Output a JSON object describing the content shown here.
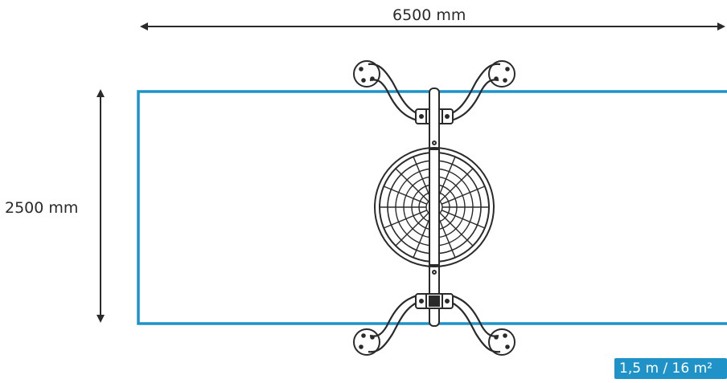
{
  "dimensions": {
    "width_label": "6500 mm",
    "height_label": "2500 mm"
  },
  "badge": {
    "text": "1,5 m / 16 m²"
  },
  "colors": {
    "safety_zone": "#1f93c8",
    "drawing": "#2a2a2a",
    "badge_bg": "#1f93c8",
    "badge_text": "#ffffff"
  },
  "icons": {
    "equipment": "playground-spinner-with-handlebars"
  }
}
